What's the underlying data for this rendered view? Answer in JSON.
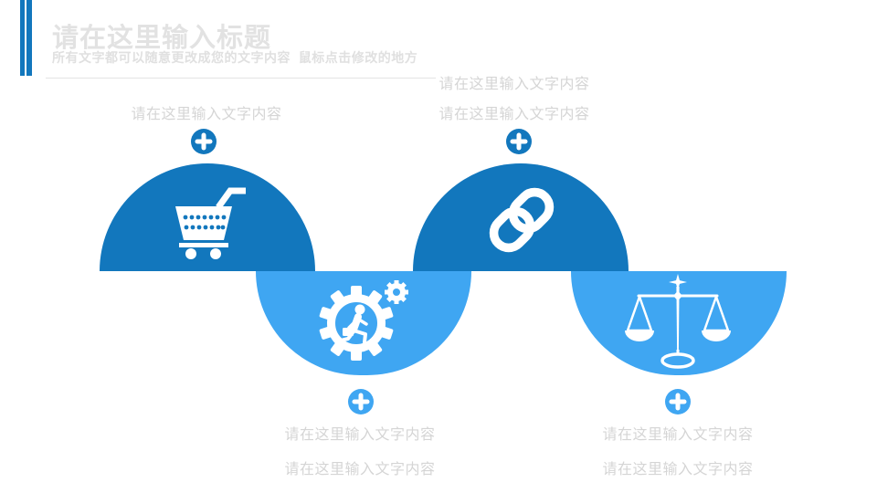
{
  "slide": {
    "title": "请在这里输入标题",
    "subtitle": "所有文字都可以随意更改成您的文字内容  鼠标点击修改的地方"
  },
  "colors": {
    "dark_blue": "#1277BD",
    "light_blue": "#3FA6F2",
    "placeholder_text_gray": "#D5D5D5",
    "title_gray": "#E2E2E2"
  },
  "steps": [
    {
      "icon": "shopping-cart-icon",
      "orientation": "up",
      "labels": {
        "line1": "请在这里输入文字内容"
      }
    },
    {
      "icon": "chain-link-icon",
      "orientation": "up",
      "labels": {
        "line1": "请在这里输入文字内容",
        "line2": "请在这里输入文字内容"
      }
    },
    {
      "icon": "gear-businessman-icon",
      "orientation": "down",
      "labels": {
        "line1": "请在这里输入文字内容",
        "line2": "请在这里输入文字内容"
      }
    },
    {
      "icon": "scales-icon",
      "orientation": "down",
      "labels": {
        "line1": "请在这里输入文字内容",
        "line2": "请在这里输入文字内容"
      }
    }
  ]
}
